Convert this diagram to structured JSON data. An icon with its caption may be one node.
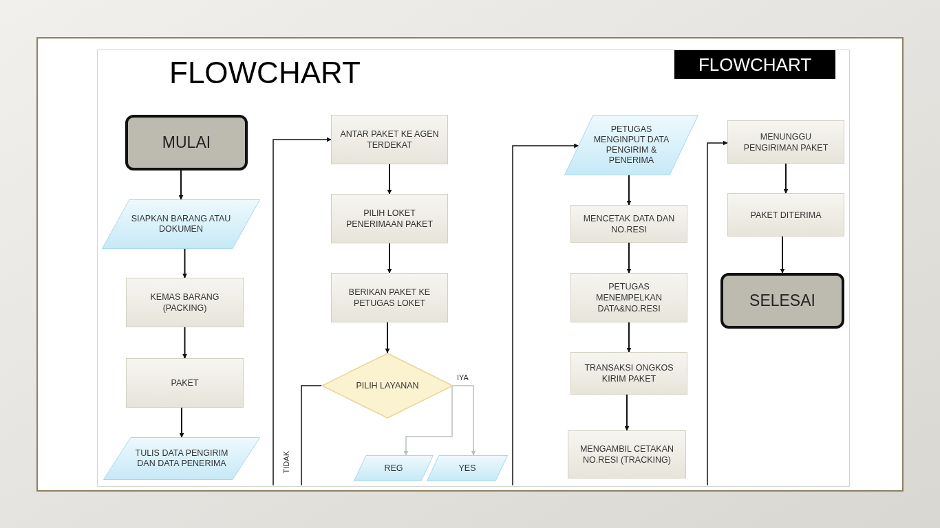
{
  "diagram": {
    "title": "FLOWCHART",
    "nodes": [
      {
        "text": [
          "MULAI"
        ]
      },
      {
        "text": [
          "SIAPKAN BARANG ATAU DOKUMEN"
        ]
      },
      {
        "text": [
          "KEMAS BARANG (PACKING)"
        ]
      },
      {
        "text": [
          "PAKET"
        ]
      },
      {
        "text": [
          "TULIS DATA PENGIRIM DAN DATA PENERIMA"
        ]
      },
      {
        "text": [
          "ANTAR PAKET KE AGEN TERDEKAT"
        ]
      },
      {
        "text": [
          "PILIH LOKET PENERIMAAN PAKET"
        ]
      },
      {
        "text": [
          "BERIKAN PAKET KE PETUGAS LOKET"
        ]
      },
      {
        "text": [
          "PILIH LAYANAN"
        ]
      },
      {
        "text": [
          "REG"
        ]
      },
      {
        "text": [
          "YES"
        ]
      },
      {
        "text": [
          "PETUGAS MENGINPUT DATA PENGIRIM & PENERIMA"
        ]
      },
      {
        "text": [
          "MENCETAK DATA DAN NO.RESI"
        ]
      },
      {
        "text": [
          "PETUGAS MENEMPELKAN DATA&NO.RESI"
        ]
      },
      {
        "text": [
          "TRANSAKSI ONGKOS KIRIM PAKET"
        ]
      },
      {
        "text": [
          "MENGAMBIL CETAKAN NO.RESI (TRACKING)"
        ]
      },
      {
        "text": [
          "MENUNGGU PENGIRIMAN PAKET"
        ]
      },
      {
        "text": [
          "PAKET DITERIMA"
        ]
      },
      {
        "text": [
          "SELESAI"
        ]
      }
    ],
    "edges": [
      {
        "from": 0,
        "to": 1,
        "arrow": "to"
      },
      {
        "from": 1,
        "to": 2,
        "arrow": "to"
      },
      {
        "from": 2,
        "to": 3,
        "arrow": "to"
      },
      {
        "from": 3,
        "to": 4,
        "arrow": "to"
      },
      {
        "from": null,
        "to": 5,
        "arrow": "to"
      },
      {
        "from": 5,
        "to": 6,
        "arrow": "to"
      },
      {
        "from": 6,
        "to": 7,
        "arrow": "to"
      },
      {
        "from": 7,
        "to": 8,
        "arrow": "to"
      },
      {
        "from": 8,
        "to": 9,
        "arrow": "to",
        "label": "IYA",
        "color": "#b9c2b9"
      },
      {
        "from": 8,
        "to": 10,
        "arrow": "to",
        "color": "#b9c2b9"
      },
      {
        "from": 8,
        "to": null,
        "arrow": "none",
        "label": "TIDAK"
      },
      {
        "from": null,
        "to": 11,
        "arrow": "to"
      },
      {
        "from": 11,
        "to": 12,
        "arrow": "to"
      },
      {
        "from": 12,
        "to": 13,
        "arrow": "to"
      },
      {
        "from": 13,
        "to": 14,
        "arrow": "to"
      },
      {
        "from": 14,
        "to": 15,
        "arrow": "to"
      },
      {
        "from": null,
        "to": 16,
        "arrow": "to"
      },
      {
        "from": 16,
        "to": 17,
        "arrow": "to"
      },
      {
        "from": 17,
        "to": 18,
        "arrow": "to"
      }
    ],
    "labels": [
      "FLOWCHART"
    ]
  }
}
